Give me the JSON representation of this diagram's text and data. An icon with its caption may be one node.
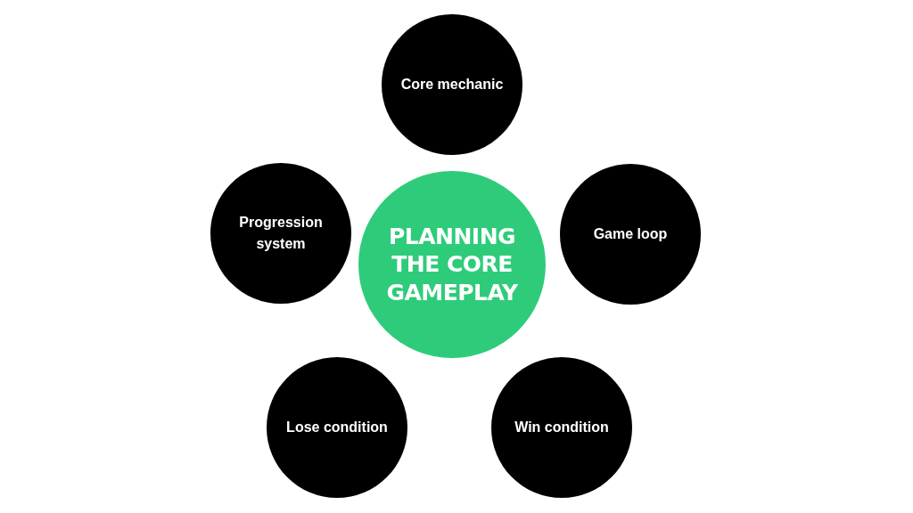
{
  "diagram": {
    "nodes": [
      {
        "text": [
          "Core mechanic"
        ]
      },
      {
        "text": [
          "Progression system"
        ]
      },
      {
        "text": [
          "PLANNING THE CORE GAMEPLAY"
        ]
      },
      {
        "text": [
          "Game loop"
        ]
      },
      {
        "text": [
          "Lose condition"
        ]
      },
      {
        "text": [
          "Win condition"
        ]
      }
    ]
  }
}
